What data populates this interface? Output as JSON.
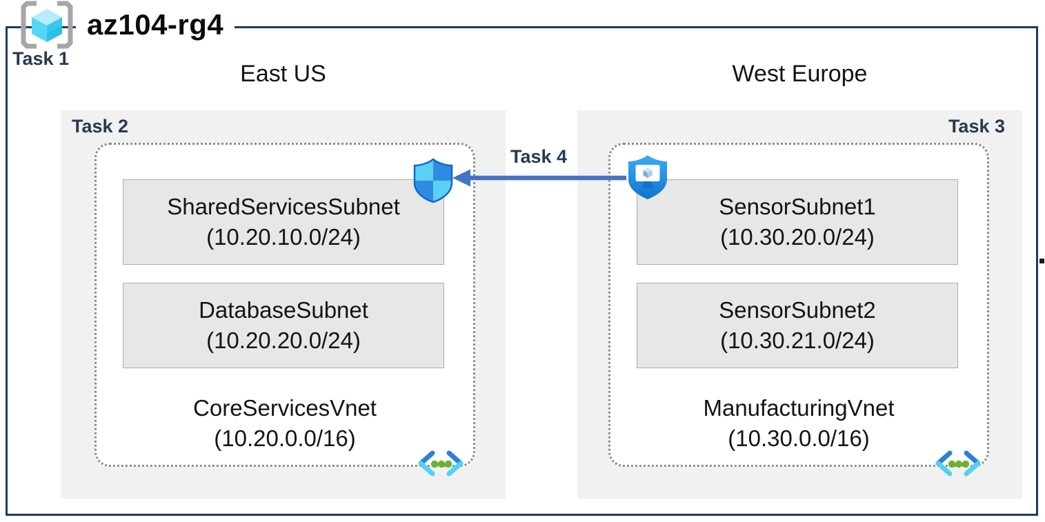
{
  "title": "az104-rg4",
  "resource_group_task_label": "Task 1",
  "regions": [
    {
      "name": "East US",
      "task": "Task 2",
      "vnet": {
        "name": "CoreServicesVnet",
        "cidr": "(10.20.0.0/16)"
      },
      "subnets": [
        {
          "name": "SharedServicesSubnet",
          "cidr": "(10.20.10.0/24)"
        },
        {
          "name": "DatabaseSubnet",
          "cidr": "(10.20.20.0/24)"
        }
      ]
    },
    {
      "name": "West Europe",
      "task": "Task 3",
      "vnet": {
        "name": "ManufacturingVnet",
        "cidr": "(10.30.0.0/16)"
      },
      "subnets": [
        {
          "name": "SensorSubnet1",
          "cidr": "(10.30.20.0/24)"
        },
        {
          "name": "SensorSubnet2",
          "cidr": "(10.30.21.0/24)"
        }
      ]
    }
  ],
  "connection": {
    "label": "Task 4",
    "direction": "right-to-left"
  },
  "icons": {
    "resource_group": "resource-group-icon",
    "network_security": "network-security-group-shield-icon",
    "shield_monitor": "bastion-shield-monitor-icon",
    "virtual_network": "virtual-network-icon"
  },
  "colors": {
    "border_navy": "#1d3a5c",
    "task_label_color": "#253a50",
    "region_bg": "#f1f1f1",
    "vnet_fill": "#ffffff",
    "dotted_border": "#8c8c8c",
    "subnet_bg": "#e7e7e7",
    "subnet_border": "#adadad",
    "text_black": "#141414",
    "arrow_blue": "#4472c4",
    "shield_light": "#5bd0f5",
    "shield_mid": "#2e8ce0",
    "shield_outline": "#1068c8",
    "bastion_blue": "#2095e8",
    "bastion_dark": "#1470c8",
    "vnet_icon_dark": "#2e7fd6",
    "vnet_icon_light": "#54d0f4",
    "green_dot": "#6ab42e",
    "bracket_gray": "#a6a6a6",
    "cube_top": "#b5edf8",
    "cube_left": "#55d6f4",
    "cube_right": "#2cc0e8"
  }
}
